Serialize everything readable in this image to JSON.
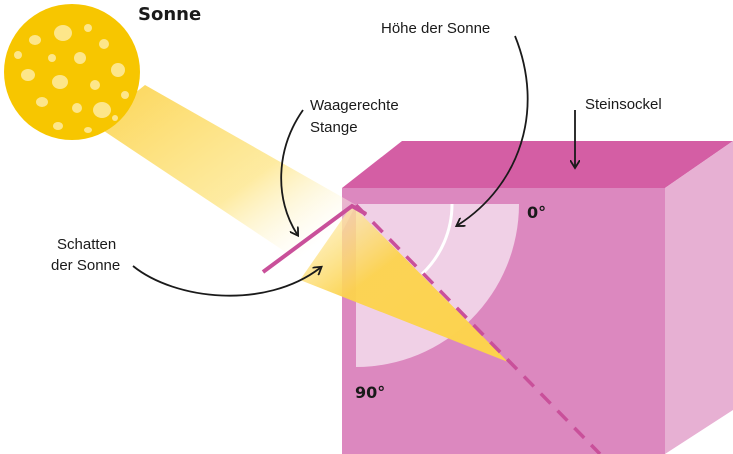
{
  "labels": {
    "sun": "Sonne",
    "sun_height": "Höhe der Sonne",
    "horizontal_bar_line1": "Waagerechte",
    "horizontal_bar_line2": "Stange",
    "stone_base": "Steinsockel",
    "shadow_line1": "Schatten",
    "shadow_line2": "der Sonne",
    "angle_zero": "0°",
    "angle_ninety": "90°"
  },
  "colors": {
    "sun_body": "#f7c600",
    "sun_spots": "#fde68a",
    "sun_beam": "#fcd34d",
    "block_front": "#dc88bf",
    "block_top": "#d45ea4",
    "block_side": "#e7b0d3",
    "quarter_dial": "#f0d0e6",
    "rod": "#c9509a",
    "shadow_wedge": "#fcd34d",
    "arrow": "#1a1a1a"
  }
}
